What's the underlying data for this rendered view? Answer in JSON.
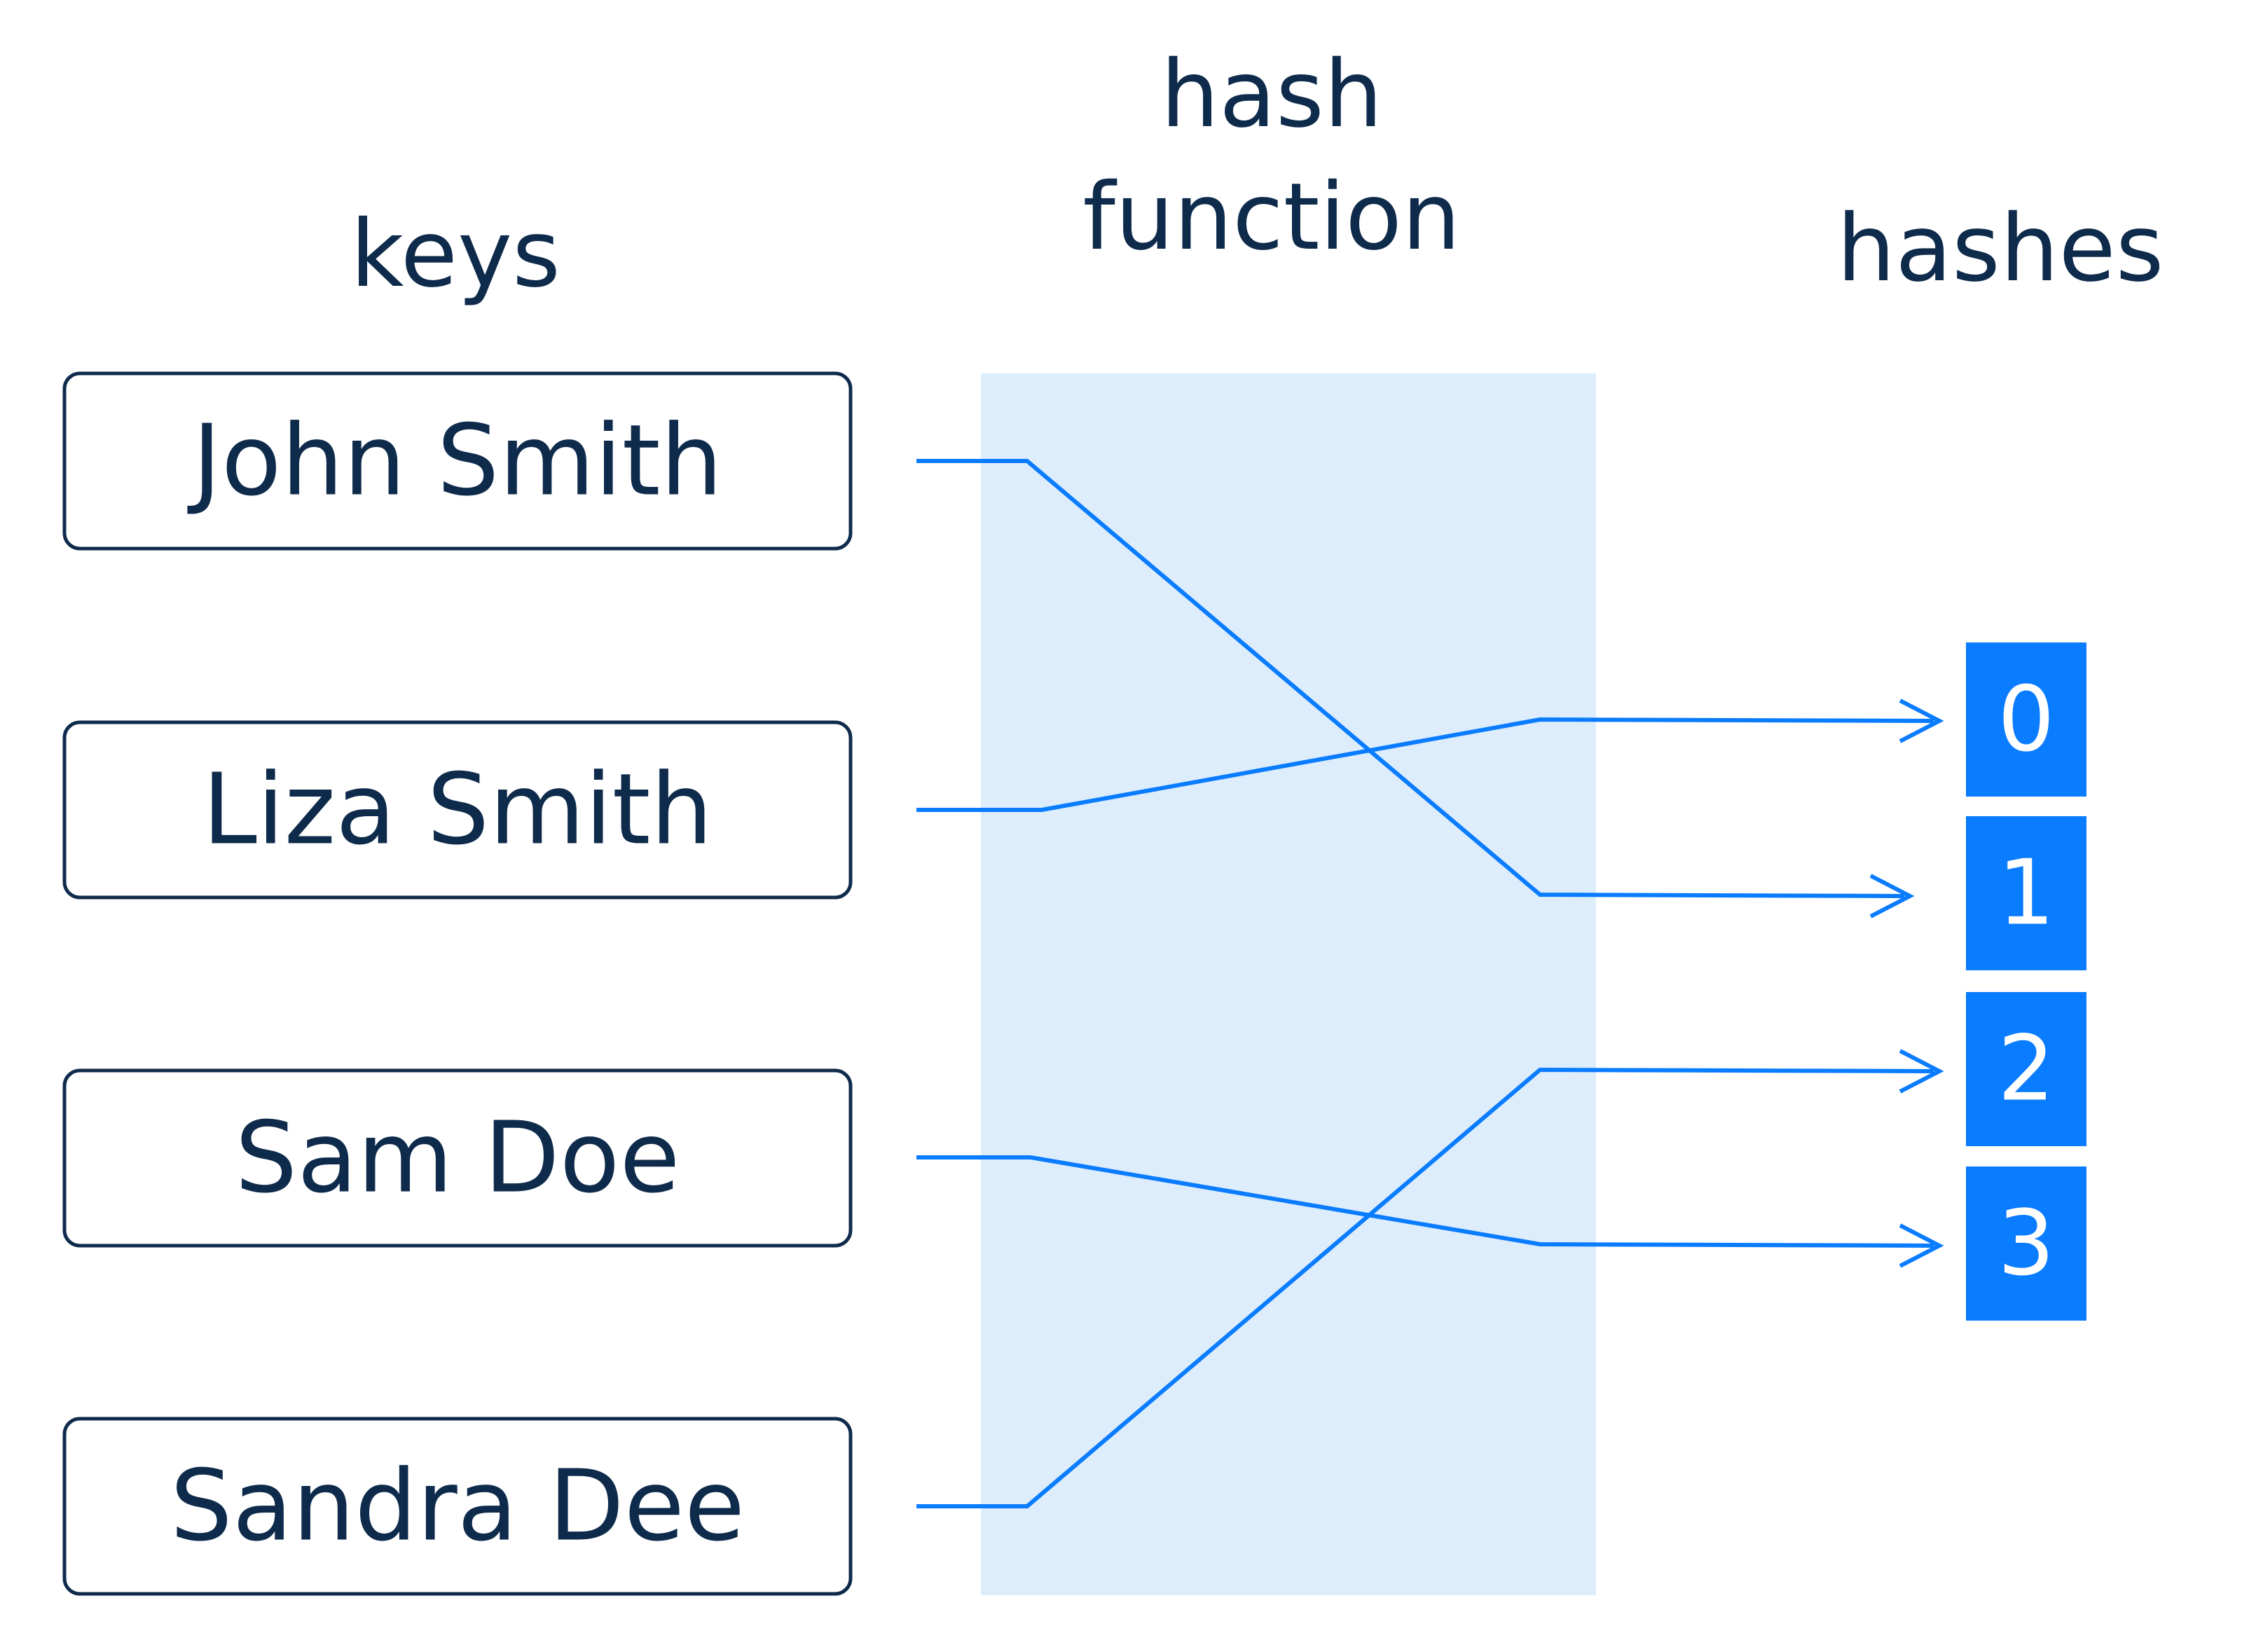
{
  "headings": {
    "keys": "keys",
    "hash_function_line1": "hash",
    "hash_function_line2": "function",
    "hashes": "hashes"
  },
  "keys": [
    {
      "label": "John Smith"
    },
    {
      "label": "Liza Smith"
    },
    {
      "label": "Sam Doe"
    },
    {
      "label": "Sandra Dee"
    }
  ],
  "hashes": [
    {
      "label": "0"
    },
    {
      "label": "1"
    },
    {
      "label": "2"
    },
    {
      "label": "3"
    }
  ],
  "mappings": [
    {
      "key": "John Smith",
      "hash": "1"
    },
    {
      "key": "Liza Smith",
      "hash": "0"
    },
    {
      "key": "Sam Doe",
      "hash": "3"
    },
    {
      "key": "Sandra Dee",
      "hash": "2"
    }
  ],
  "colors": {
    "text": "#0f2b4c",
    "accent": "#0a7cff",
    "hash_band": "#deedfc"
  }
}
